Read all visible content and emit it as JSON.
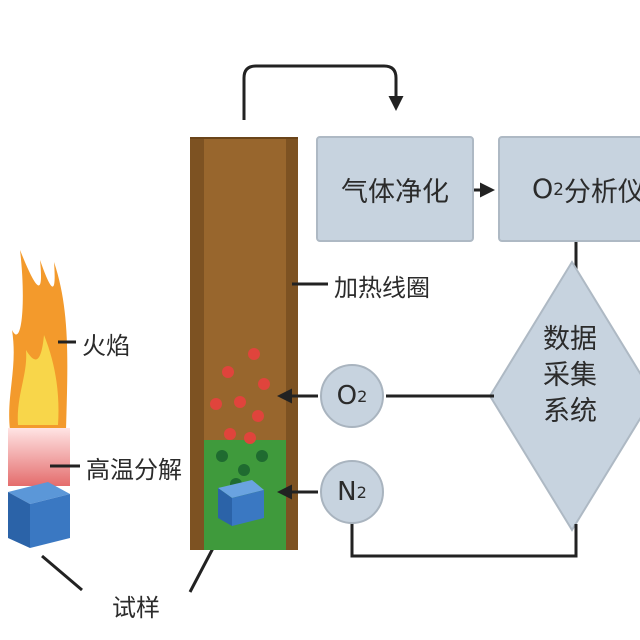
{
  "labels": {
    "flame": "火焰",
    "decomposition": "高温分解",
    "sample": "试样",
    "coil": "加热线圈"
  },
  "boxes": {
    "gas_purify": "气体净化",
    "analyzer_prefix": "O",
    "analyzer_sub": "2",
    "analyzer_suffix": "分析仪"
  },
  "gases": [
    {
      "symbol": "O",
      "sub": "2"
    },
    {
      "symbol": "N",
      "sub": "2"
    }
  ],
  "daq": [
    "数据",
    "采集",
    "系统"
  ],
  "colors": {
    "furnace_brown": "#98662d",
    "furnace_green": "#3f9a3c",
    "box_fill": "#c7d3df",
    "sample_blue": "#2f6fb6",
    "dot_red": "#e0443c",
    "dot_green": "#1f6b30",
    "flame_orange": "#f39a2c",
    "flame_yellow": "#f8d64a",
    "heat_pink": "#ec8a8a"
  }
}
